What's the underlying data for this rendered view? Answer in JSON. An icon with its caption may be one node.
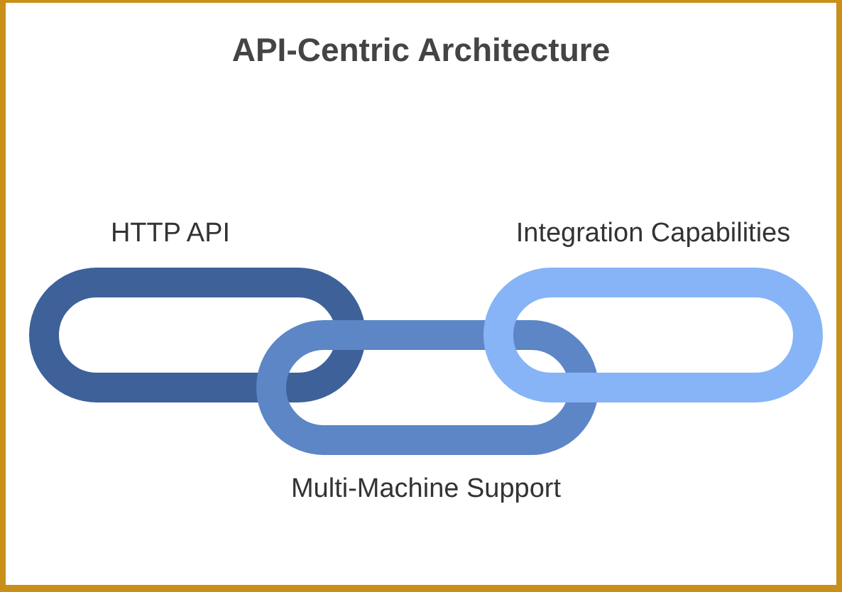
{
  "diagram": {
    "title": "API-Centric Architecture",
    "nodes": [
      {
        "text": [
          "HTTP API"
        ]
      },
      {
        "text": [
          "Multi-Machine Support"
        ]
      },
      {
        "text": [
          "Integration Capabilities"
        ]
      }
    ]
  }
}
